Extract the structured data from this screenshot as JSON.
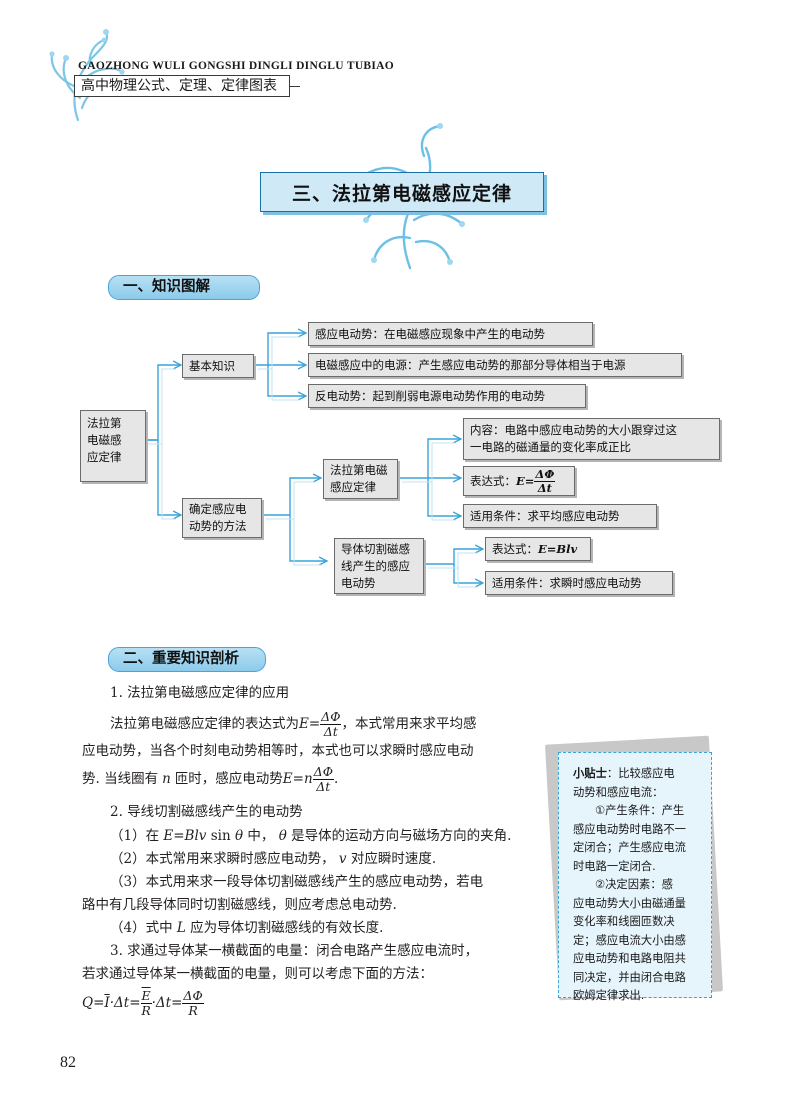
{
  "header": {
    "title_en": "GAOZHONG WULI GONGSHI DINGLI DINGLU TUBIAO",
    "title_cn": "高中物理公式、定理、定律图表"
  },
  "chapter_title": "三、法拉第电磁感应定律",
  "section1": {
    "title": "一、知识图解"
  },
  "mindmap": {
    "root": {
      "lines": [
        "法拉第",
        "电磁感",
        "应定律"
      ]
    },
    "basic": {
      "label": "基本知识"
    },
    "basic_items": [
      "感应电动势：在电磁感应现象中产生的电动势",
      "电磁感应中的电源：产生感应电动势的那部分导体相当于电源",
      "反电动势：起到削弱电源电动势作用的电动势"
    ],
    "method": {
      "lines": [
        "确定感应电",
        "动势的方法"
      ]
    },
    "faraday": {
      "lines": [
        "法拉第电磁",
        "感应定律"
      ]
    },
    "faraday_content": {
      "lines": [
        "内容：电路中感应电动势的大小跟穿过这",
        "一电路的磁通量的变化率成正比"
      ]
    },
    "faraday_expr": {
      "prefix": "表达式：",
      "lhs": "E=",
      "num": "ΔΦ",
      "den": "Δt"
    },
    "faraday_scope": "适用条件：求平均感应电动势",
    "cutting": {
      "lines": [
        "导体切割磁感",
        "线产生的感应",
        "电动势"
      ]
    },
    "cutting_expr": {
      "prefix": "表达式：",
      "formula": "E=Blv"
    },
    "cutting_scope": "适用条件：求瞬时感应电动势"
  },
  "section2": {
    "title": "二、重要知识剖析"
  },
  "body": {
    "h1": "1. 法拉第电磁感应定律的应用",
    "p1a": "法拉第电磁感应定律的表达式为",
    "p1_eq_lhs": "E=",
    "p1_eq_num": "ΔΦ",
    "p1_eq_den": "Δt",
    "p1b": "，本式常用来求平均感",
    "p1c": "应电动势，当各个时刻电动势相等时，本式也可以求瞬时感应电动",
    "p1d": "势. 当线圈有",
    "p1d_n": "n",
    "p1e": "匝时，感应电动势",
    "p1e_eq_lhs": "E=n",
    "p1e_eq_num": "ΔΦ",
    "p1e_eq_den": "Δt",
    "p1f": ".",
    "h2": "2. 导线切割磁感线产生的电动势",
    "i1a": "（1）在",
    "i1_formula": "E=Blv",
    "i1_sin": "sin",
    "i1_theta": "θ",
    "i1b": "中，",
    "i1c": "是导体的运动方向与磁场方向的夹角.",
    "i2a": "（2）本式常用来求瞬时感应电动势，",
    "i2_v": "v",
    "i2b": "对应瞬时速度.",
    "i3a": "（3）本式用来求一段导体切割磁感线产生的感应电动势，若电",
    "i3b": "路中有几段导体同时切割磁感线，则应考虑总电动势.",
    "i4a": "（4）式中",
    "i4_L": "L",
    "i4b": "应为导体切割磁感线的有效长度.",
    "h3a": "3. 求通过导体某一横截面的电量：闭合电路产生感应电流时，",
    "h3b": "若求通过导体某一横截面的电量，则可以考虑下面的方法：",
    "q_lhs": "Q=",
    "q_I": "I",
    "q_mid": "·Δt=",
    "q_num1": "E",
    "q_den1": "R",
    "q_mid2": "·Δt=",
    "q_num2": "ΔΦ",
    "q_den2": "R"
  },
  "tip": {
    "label": "小贴士",
    "lines": [
      "：比较感应电",
      "动势和感应电流：",
      "①产生条件：产生",
      "感应电动势时电路不一",
      "定闭合；产生感应电流",
      "时电路一定闭合.",
      "②决定因素：感",
      "应电动势大小由磁通量",
      "变化率和线圈匝数决",
      "定；感应电流大小由感",
      "应电动势和电路电阻共",
      "同决定，并由闭合电路",
      "欧姆定律求出."
    ]
  },
  "page_number": "82",
  "colors": {
    "accent": "#4fa3d4",
    "node_bg": "#e6e6e6",
    "tip_bg": "#e6f4fb"
  }
}
